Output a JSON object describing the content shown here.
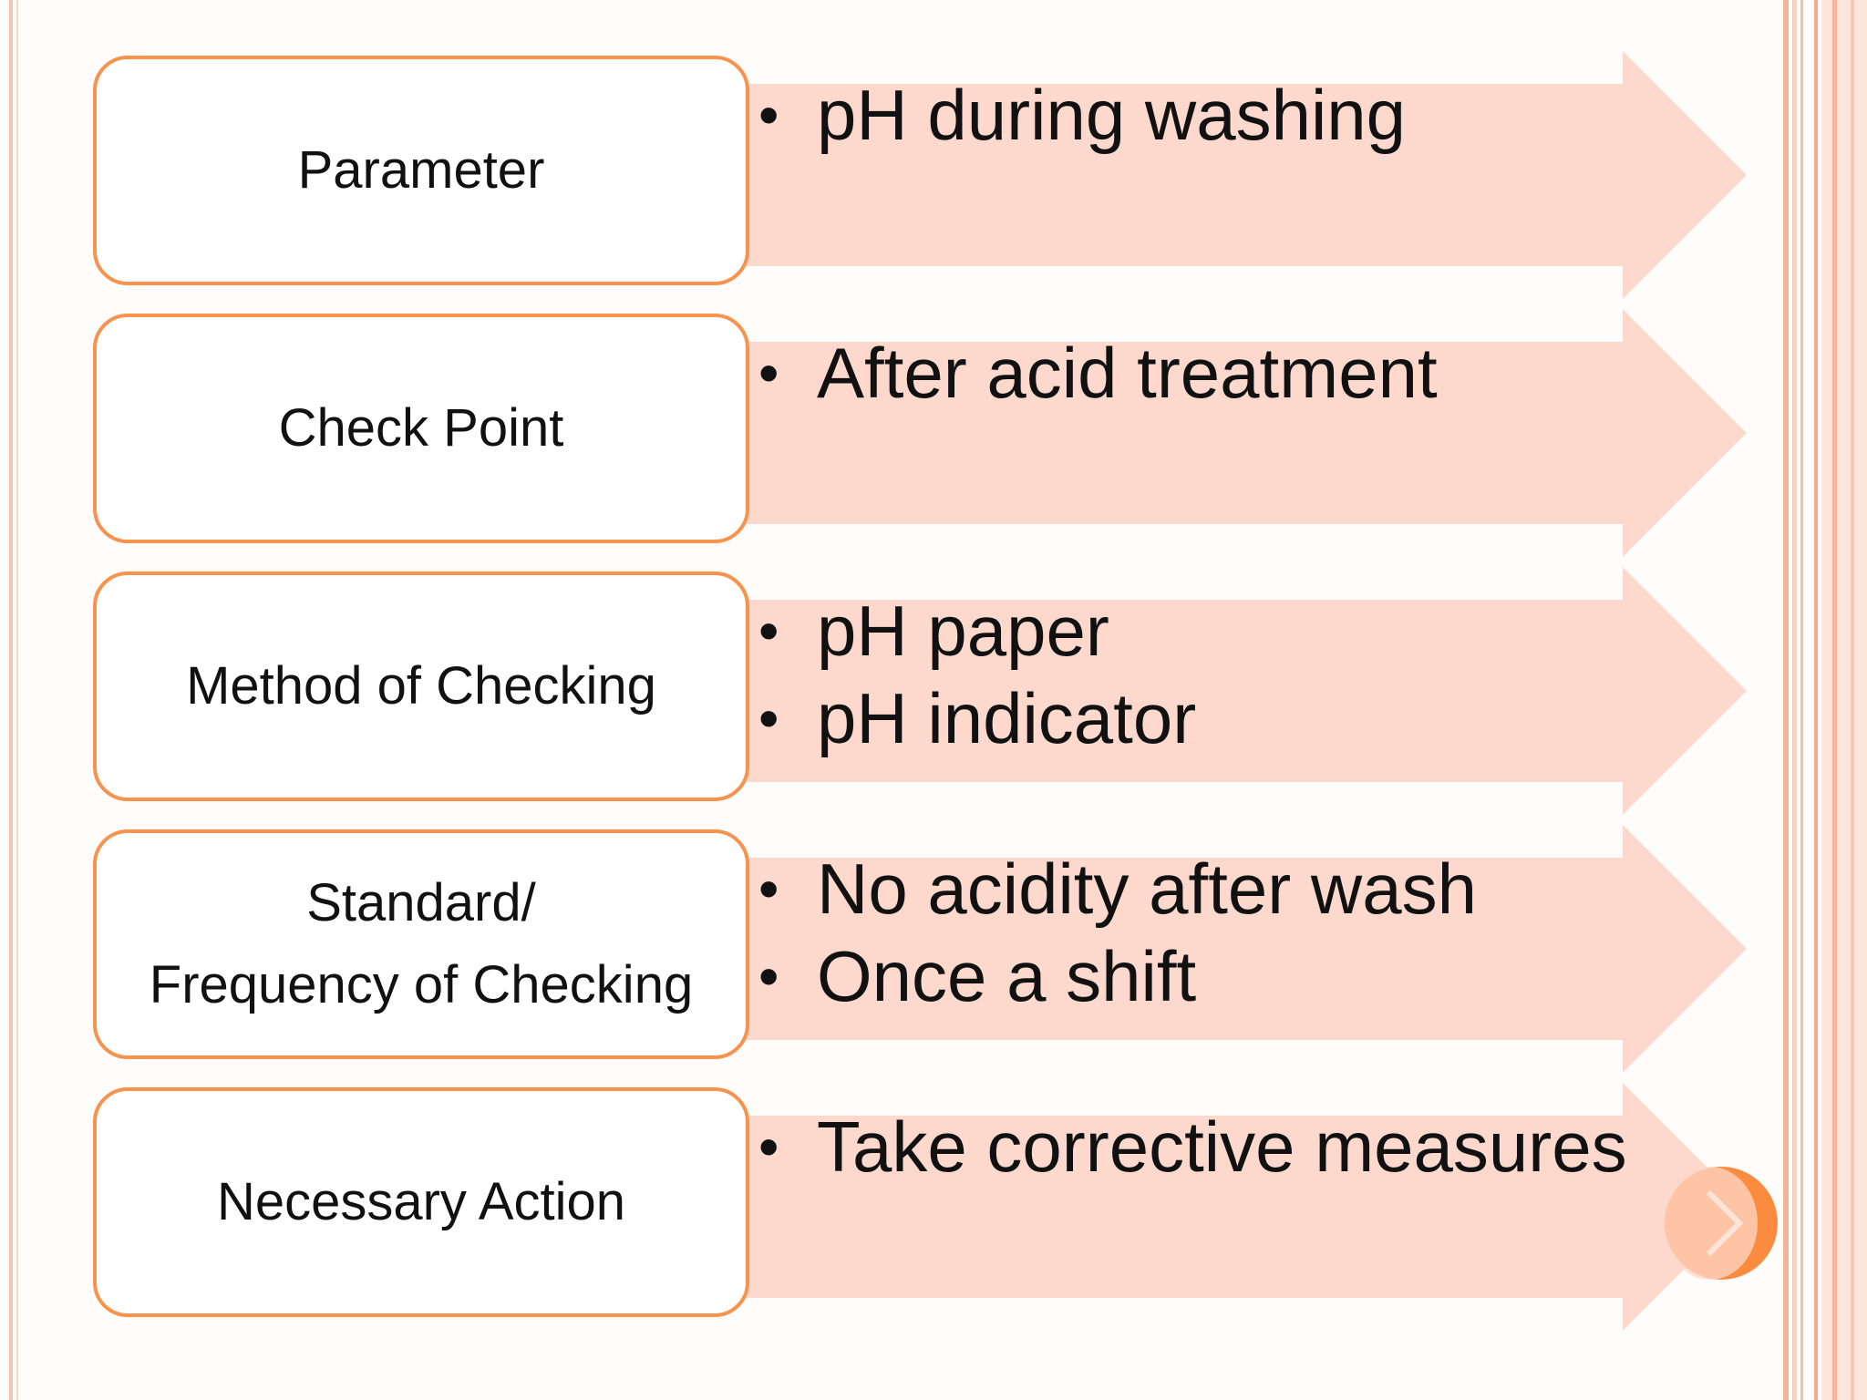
{
  "colors": {
    "box_border": "#f7934c",
    "arrow_fill": "#fdd9cd",
    "accent": "#fb8b3f",
    "stripe": "#f7a98a"
  },
  "rows": [
    {
      "label": [
        "Parameter"
      ],
      "bullets": [
        "pH during washing"
      ]
    },
    {
      "label": [
        "Check Point"
      ],
      "bullets": [
        "After acid treatment"
      ]
    },
    {
      "label": [
        "Method of Checking"
      ],
      "bullets": [
        "pH paper",
        "pH indicator"
      ]
    },
    {
      "label": [
        "Standard/",
        "Frequency of Checking"
      ],
      "bullets": [
        "No acidity after wash",
        "Once a shift"
      ]
    },
    {
      "label": [
        "Necessary Action"
      ],
      "bullets": [
        "Take corrective measures"
      ]
    }
  ],
  "decor": {
    "corner_icon": "chevron-right-circle-icon"
  }
}
